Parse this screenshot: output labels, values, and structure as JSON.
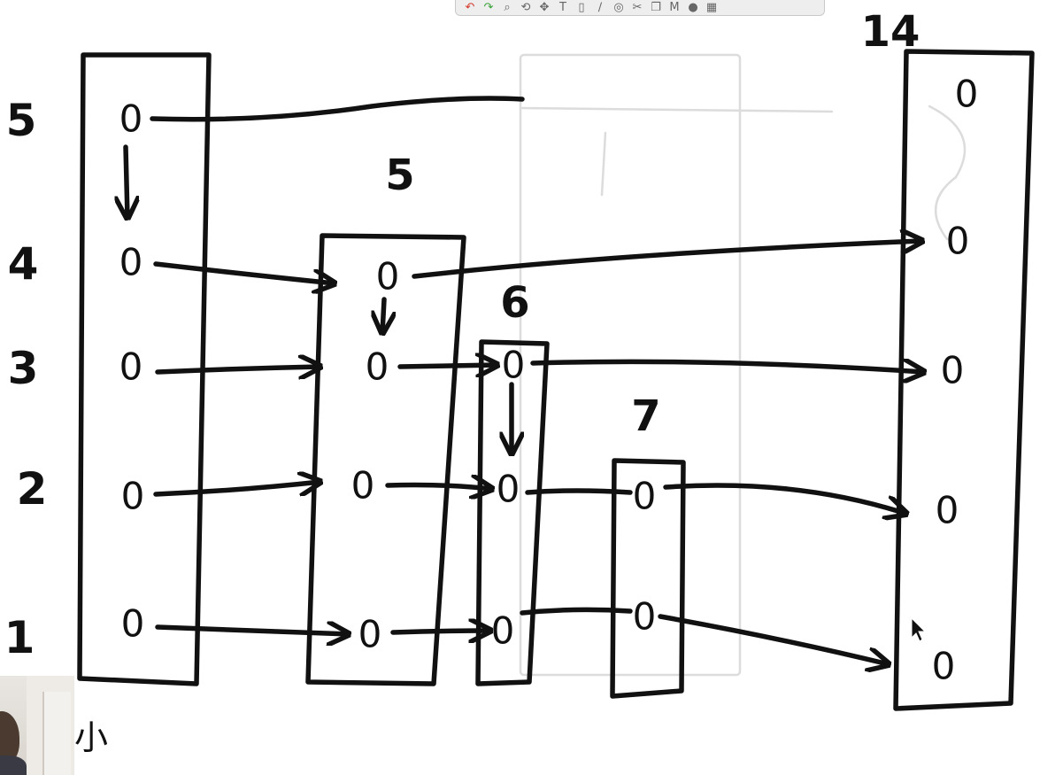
{
  "row_labels": [
    "5",
    "4",
    "3",
    "2",
    "1"
  ],
  "column_labels": [
    "5",
    "6",
    "7",
    "14"
  ],
  "node_glyph": "0",
  "caption": "小",
  "toolbar": {
    "icons": [
      "undo-icon",
      "redo-icon",
      "zoom-icon",
      "lasso-icon",
      "move-icon",
      "text-icon",
      "shape-icon",
      "pen-icon",
      "stamp-icon",
      "swap-icon",
      "copy-icon",
      "image-icon",
      "color-wheel-icon",
      "settings-icon"
    ],
    "glyphs": [
      "↶",
      "↷",
      "⌕",
      "⟲",
      "✥",
      "T",
      "▯",
      "∕",
      "◎",
      "✂",
      "❐",
      "M",
      "●",
      "▦"
    ]
  },
  "colors": {
    "ink": "#111111",
    "paper": "#ffffff",
    "undo": "#d33a2c",
    "redo": "#3ca33c"
  }
}
